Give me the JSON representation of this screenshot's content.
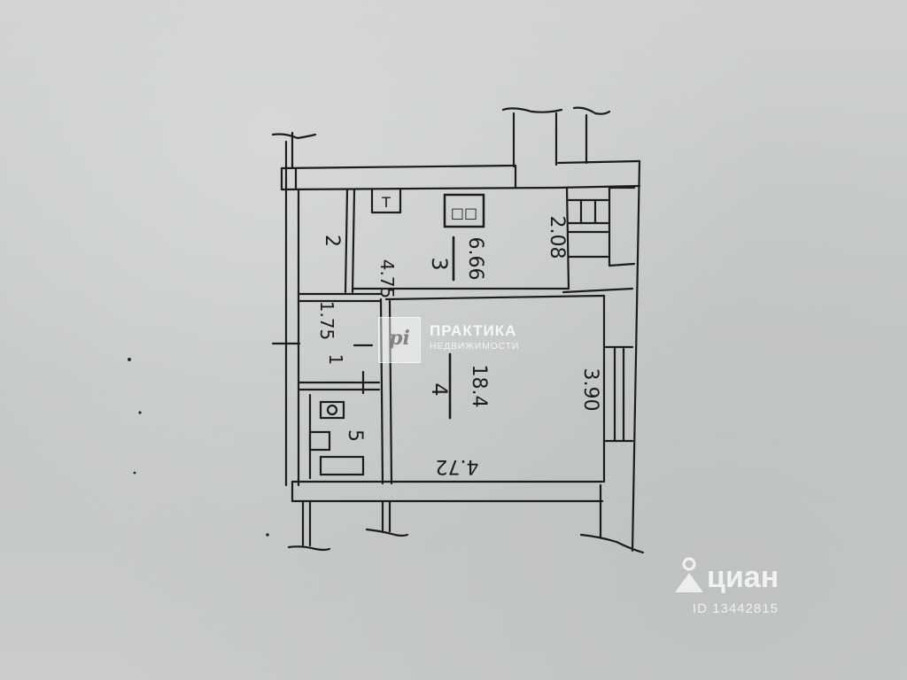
{
  "plan": {
    "rooms": [
      {
        "number": "1",
        "area": ""
      },
      {
        "number": "2",
        "area": ""
      },
      {
        "number": "3",
        "area": "6.66"
      },
      {
        "number": "4",
        "area": "18.4"
      },
      {
        "number": "5",
        "area": ""
      }
    ],
    "dimensions": {
      "room3_width": "2.08",
      "room3_length": "4.75",
      "room4_height": "3.90",
      "room4_width": "4.72",
      "hall": "1.75"
    },
    "fixtures": {
      "stove_label": "□□",
      "toilet_label": "T"
    }
  },
  "watermarks": {
    "company_logo": "pi",
    "company_name": "ПРАКТИКА",
    "company_sub": "НЕДВИЖИМОСТИ",
    "cian_brand": "циан",
    "cian_id": "ID 13442815"
  }
}
